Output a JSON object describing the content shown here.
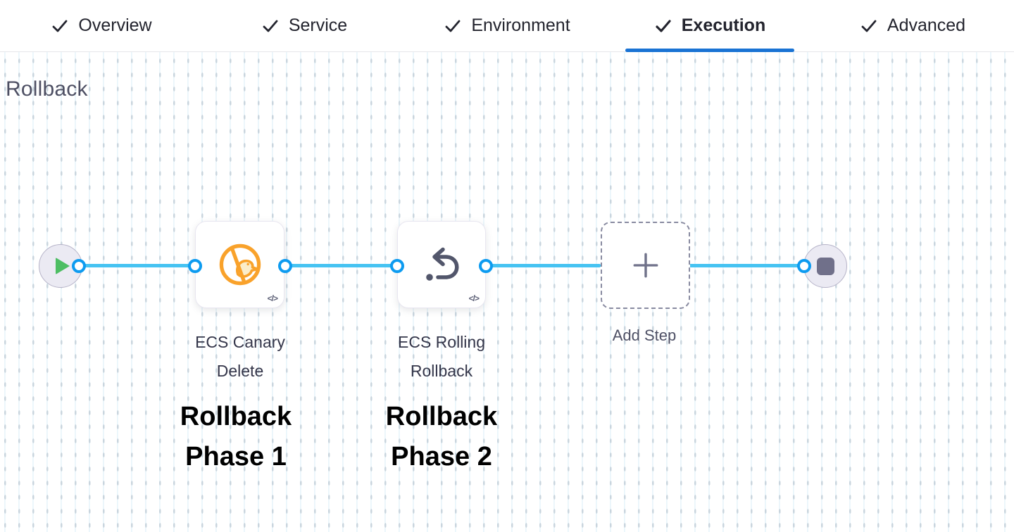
{
  "tabs": [
    {
      "label": "Overview",
      "checked": true,
      "active": false
    },
    {
      "label": "Service",
      "checked": true,
      "active": false
    },
    {
      "label": "Environment",
      "checked": true,
      "active": false
    },
    {
      "label": "Execution",
      "checked": true,
      "active": true
    },
    {
      "label": "Advanced",
      "checked": true,
      "active": false
    }
  ],
  "section": {
    "title": "Rollback"
  },
  "pipeline": {
    "steps": [
      {
        "title_line1": "ECS Canary",
        "title_line2": "Delete",
        "icon": "ecs-canary-delete",
        "code_badge": "</>"
      },
      {
        "title_line1": "ECS Rolling",
        "title_line2": "Rollback",
        "icon": "ecs-rolling-rollback",
        "code_badge": "</>"
      }
    ],
    "add_step": {
      "label": "Add Step"
    },
    "annotations": [
      {
        "line1": "Rollback",
        "line2": "Phase 1"
      },
      {
        "line1": "Rollback",
        "line2": "Phase 2"
      }
    ]
  },
  "colors": {
    "accent_blue": "#1A73D4",
    "connector_line": "#46C3F2",
    "port_ring": "#0D9BF0",
    "play_green": "#4DBE63",
    "canary_orange": "#F9A22B",
    "icon_slate": "#52566B",
    "stop_gray": "#70708A"
  }
}
